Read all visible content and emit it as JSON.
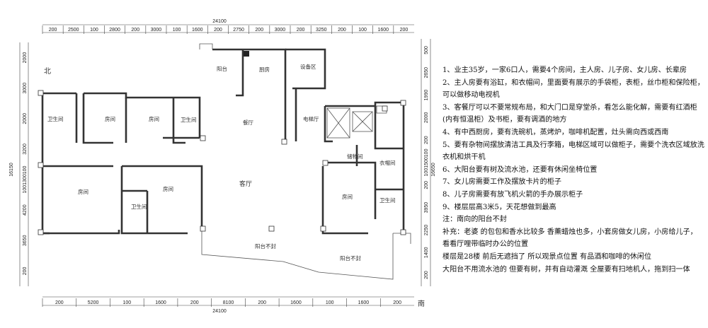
{
  "plan": {
    "overall_top": "24100",
    "overall_bottom": "24100",
    "overall_left": "16150",
    "overall_right": "16650",
    "top_dims": [
      "200",
      "2500",
      "100",
      "2800",
      "200",
      "3000",
      "100",
      "1600",
      "200",
      "2750",
      "200",
      "3000",
      "200",
      "3250",
      "200",
      "100",
      "1600",
      "200"
    ],
    "bottom_dims": [
      "200",
      "5200",
      "100",
      "1600",
      "200",
      "8100",
      "200",
      "1600",
      "100",
      "1600",
      "200"
    ],
    "left_dims": [
      "2000",
      "3000",
      "2000",
      "3200",
      "1001300100",
      "4200",
      "3650",
      "200"
    ],
    "right_dims": [
      "500",
      "2650",
      "1990",
      "2000",
      "200",
      "1001500100",
      "200",
      "3950",
      "2250",
      "1400",
      "200"
    ],
    "north_label": "北",
    "south_label": "南",
    "rooms": {
      "balcony_top": "阳台",
      "kitchen": "厨房",
      "equipment": "设备区",
      "bath1": "卫生间",
      "bedroom1": "房间",
      "bedroom2": "房间",
      "bath2": "卫生间",
      "dining": "餐厅",
      "elevator_hall": "电梯厅",
      "storage": "储物间",
      "cloakroom": "衣帽间",
      "living": "客厅",
      "bedroom3": "房间",
      "bedroom4": "房间",
      "bath3": "卫生间",
      "bedroom5": "房间",
      "bath4": "卫生间",
      "south_balcony1": "阳台不封",
      "south_balcony2": "阳台不封"
    }
  },
  "notes": [
    "1、业主35岁，一家6口人，需要4个房间，主人房、儿子房、女儿房、长辈房",
    "2、主人房要有浴缸，和衣帽间，里面要有展示的手袋柜，表柜，丝巾柜和保险柜，",
    "可以做移动电视机",
    "3、客餐厅可以不要常规布局，和大门口是穿堂杀，看怎么能化解，需要有红酒柜",
    "(内有恒温柜）及书柜，要有调酒的地方",
    "4、有中西厨房，要有洗碗机，蒸烤炉，咖啡机配置，灶头需向西或西南",
    "5、要有杂物间摆放清洁工具及行李箱，电梯区域可以做柜子，需要个洗衣区域放洗",
    "衣机和烘干机",
    "6、大阳台要有树及流水池，还要有休闲坐椅位置",
    "7、女儿房需要工作及摆放卡片的柜子",
    "8、儿子房需要有放飞机火箭的手办展示柜子",
    "9、楼层层高3米5，天花想做到最高",
    "注：南向的阳台不封",
    "补充：老婆   的包包和香水比较多  香薰蜡烛也多，小套房做女儿房，小房给儿子，",
    "看看厅哩带临时办公的位置",
    "楼层是28楼    前后无遮挡了    所以观景点位置  有品酒和咖啡的休闲位",
    "大阳台不用流水池的    但要有树，并有自动灌溉        全屋要有扫地机人，拖到扫一体"
  ]
}
